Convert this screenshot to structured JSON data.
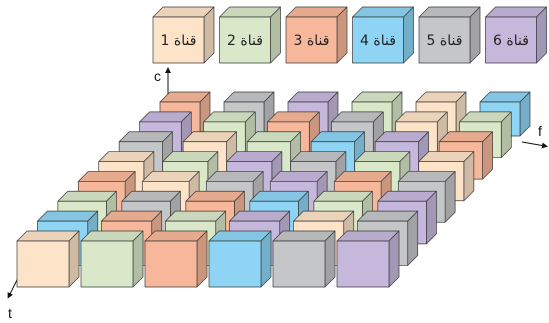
{
  "colors": {
    "peach": "#fde3c8",
    "green": "#d8e8c8",
    "orange": "#f7b79a",
    "blue": "#8ed4f4",
    "gray": "#c5c6c8",
    "purple": "#c6b8dc",
    "edge": "#3a3a3a"
  },
  "legend": [
    {
      "label": "قناة 1",
      "color": "peach"
    },
    {
      "label": "قناة 2",
      "color": "green"
    },
    {
      "label": "قناة 3",
      "color": "orange"
    },
    {
      "label": "قناة 4",
      "color": "blue"
    },
    {
      "label": "قناة 5",
      "color": "gray"
    },
    {
      "label": "قناة 6",
      "color": "purple"
    }
  ],
  "axes": {
    "c": "c",
    "f": "f",
    "t": "t"
  },
  "grid": [
    [
      "orange",
      "gray",
      "purple",
      "green",
      "peach",
      "blue"
    ],
    [
      "purple",
      "green",
      "orange",
      "gray",
      "peach",
      "green"
    ],
    [
      "gray",
      "peach",
      "green",
      "blue",
      "purple",
      "orange"
    ],
    [
      "peach",
      "green",
      "purple",
      "gray",
      "green",
      "peach"
    ],
    [
      "orange",
      "peach",
      "gray",
      "purple",
      "orange",
      "gray"
    ],
    [
      "green",
      "gray",
      "orange",
      "blue",
      "green",
      "purple"
    ],
    [
      "blue",
      "orange",
      "green",
      "purple",
      "peach",
      "gray"
    ],
    [
      "peach",
      "green",
      "orange",
      "blue",
      "gray",
      "purple"
    ]
  ]
}
